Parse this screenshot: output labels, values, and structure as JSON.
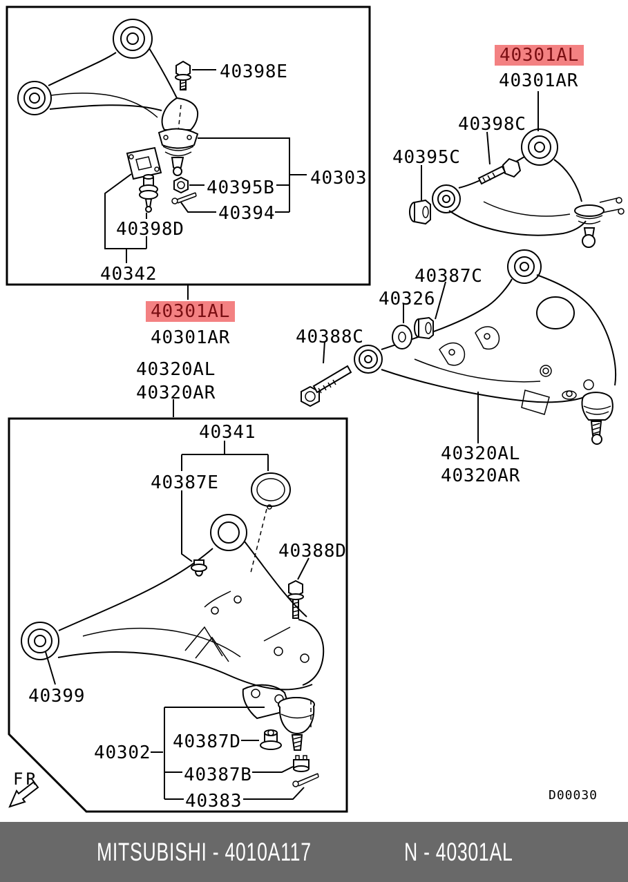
{
  "colors": {
    "highlight_bg": "#F38182",
    "highlight_fg": "#7A0E12",
    "banner_bg": "#696969",
    "banner_fg": "#FFFFFF",
    "line": "#000000"
  },
  "banner": {
    "left_text": "MITSUBISHI - 4010A117",
    "right_text": "N - 40301AL"
  },
  "drawing_number": {
    "text": "D00030"
  },
  "orientation_marker": {
    "text": "FR"
  },
  "labels": {
    "tl_40398e": {
      "text": "40398E"
    },
    "tl_40303": {
      "text": "40303"
    },
    "tl_40395b": {
      "text": "40395B"
    },
    "tl_40394": {
      "text": "40394"
    },
    "tl_40398d": {
      "text": "40398D"
    },
    "tl_40342": {
      "text": "40342"
    },
    "mid_40301al": {
      "text": "40301AL",
      "highlighted": true
    },
    "mid_40301ar": {
      "text": "40301AR"
    },
    "mid_40320al": {
      "text": "40320AL"
    },
    "mid_40320ar": {
      "text": "40320AR"
    },
    "tr_40301al": {
      "text": "40301AL",
      "highlighted": true
    },
    "tr_40301ar": {
      "text": "40301AR"
    },
    "tr_40398c": {
      "text": "40398C"
    },
    "tr_40395c": {
      "text": "40395C"
    },
    "lr_40387c": {
      "text": "40387C"
    },
    "lr_40326": {
      "text": "40326"
    },
    "lr_40388c": {
      "text": "40388C"
    },
    "lr_40320al": {
      "text": "40320AL"
    },
    "lr_40320ar": {
      "text": "40320AR"
    },
    "bb_40341": {
      "text": "40341"
    },
    "bb_40387e": {
      "text": "40387E"
    },
    "bb_40388d": {
      "text": "40388D"
    },
    "bb_40399": {
      "text": "40399"
    },
    "bb_40302": {
      "text": "40302"
    },
    "bb_40387d": {
      "text": "40387D"
    },
    "bb_40387b": {
      "text": "40387B"
    },
    "bb_40383": {
      "text": "40383"
    }
  }
}
